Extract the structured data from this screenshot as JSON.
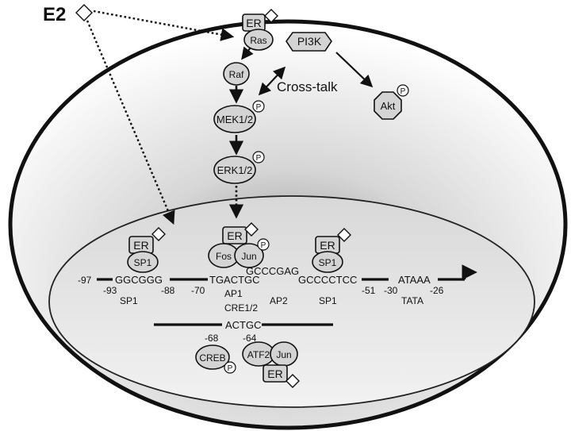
{
  "colors": {
    "ink": "#111111",
    "node_fill": "#d4d4d4",
    "background": "#ffffff"
  },
  "ligand": {
    "label": "E2"
  },
  "cytoplasm": {
    "er": "ER",
    "ras": "Ras",
    "pi3k": "PI3K",
    "raf": "Raf",
    "crosstalk": "Cross-talk",
    "akt": "Akt",
    "mek": "MEK1/2",
    "erk": "ERK1/2",
    "phospho": "P"
  },
  "nucleus": {
    "left_complex": {
      "er": "ER",
      "sp1": "SP1"
    },
    "mid_complex": {
      "er": "ER",
      "fos": "Fos",
      "jun": "Jun"
    },
    "right_complex": {
      "er": "ER",
      "sp1": "SP1"
    },
    "promoter": {
      "seq1": "GGCGGG",
      "seq2": "TGACTGC",
      "seq3": "GCCCGAG",
      "seq4": "GCCCCTCC",
      "seq5": "ATAAA",
      "pos_97": "-97",
      "pos_93": "-93",
      "pos_88": "-88",
      "pos_70": "-70",
      "pos_51": "-51",
      "pos_30": "-30",
      "pos_26": "-26",
      "site_sp1_a": "SP1",
      "site_ap1": "AP1",
      "site_cre": "CRE1/2",
      "site_ap2": "AP2",
      "site_sp1_b": "SP1",
      "site_tata": "TATA"
    },
    "lower": {
      "seq": "ACTGC",
      "pos_68": "-68",
      "pos_64": "-64",
      "creb": "CREB",
      "atf2": "ATF2",
      "jun": "Jun",
      "er": "ER"
    }
  }
}
